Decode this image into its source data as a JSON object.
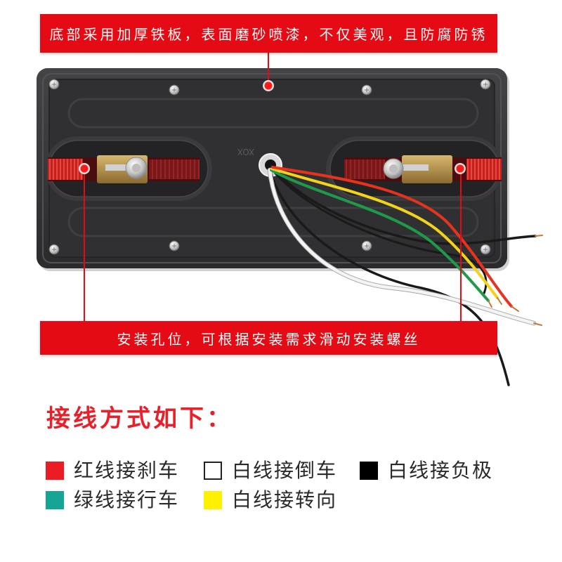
{
  "callouts": {
    "top_text": "底部采用加厚铁板，表面磨砂喷漆，不仅美观，且防腐防锈",
    "bottom_text": "安装孔位，可根据安装需求滑动安装螺丝"
  },
  "plate": {
    "embossed_mark": "XOX"
  },
  "wiring": {
    "heading": "接线方式如下：",
    "items": [
      {
        "label": "红线接刹车",
        "color": "#ec1c24"
      },
      {
        "label": "白线接倒车",
        "color": "#ffffff"
      },
      {
        "label": "白线接负极",
        "color": "#000000"
      },
      {
        "label": "绿线接行车",
        "color": "#15a594"
      },
      {
        "label": "白线接转向",
        "color": "#fff000"
      }
    ]
  },
  "colors": {
    "banner": "#e50b15",
    "heading": "#e8202a",
    "callout_marker": "#ff1a1a",
    "plate": "#333335"
  },
  "wire_colors": {
    "red": "#e8321e",
    "yellow": "#f2d21b",
    "green": "#1e9a4a",
    "white": "#f4f4f4",
    "black": "#1a1a1a"
  }
}
